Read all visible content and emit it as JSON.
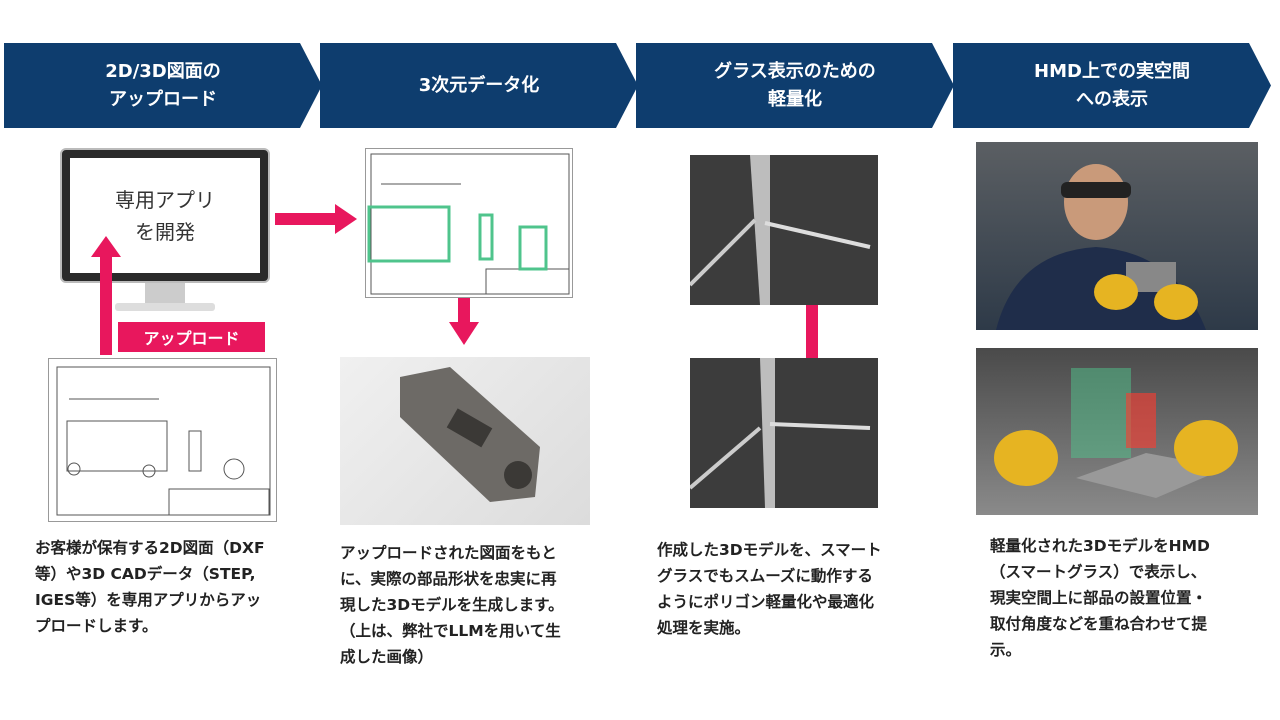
{
  "steps": [
    {
      "title": "2D/3D図面の\nアップロード",
      "desc": "お客様が保有する2D図面（DXF\n等）や3D CADデータ（STEP,\nIGES等）を専用アプリからアッ\nプロードします。"
    },
    {
      "title": "3次元データ化",
      "desc": "アップロードされた図面をもと\nに、実際の部品形状を忠実に再\n現した3Dモデルを生成します。\n（上は、弊社でLLMを用いて生\n成した画像）"
    },
    {
      "title": "グラス表示のための\n軽量化",
      "desc": "作成した3Dモデルを、スマート\nグラスでもスムーズに動作する\nようにポリゴン軽量化や最適化\n処理を実施。"
    },
    {
      "title": "HMD上での実空間\nへの表示",
      "desc": "軽量化された3DモデルをHMD\n（スマートグラス）で表示し、\n現実空間上に部品の設置位置・\n取付角度などを重ね合わせて提\n示。"
    }
  ],
  "monitor_text": "専用アプリ\nを開発",
  "upload_label": "アップロード",
  "colors": {
    "navy": "#0e3d6e",
    "accent": "#e8175d",
    "highlight": "#4fc48c"
  }
}
